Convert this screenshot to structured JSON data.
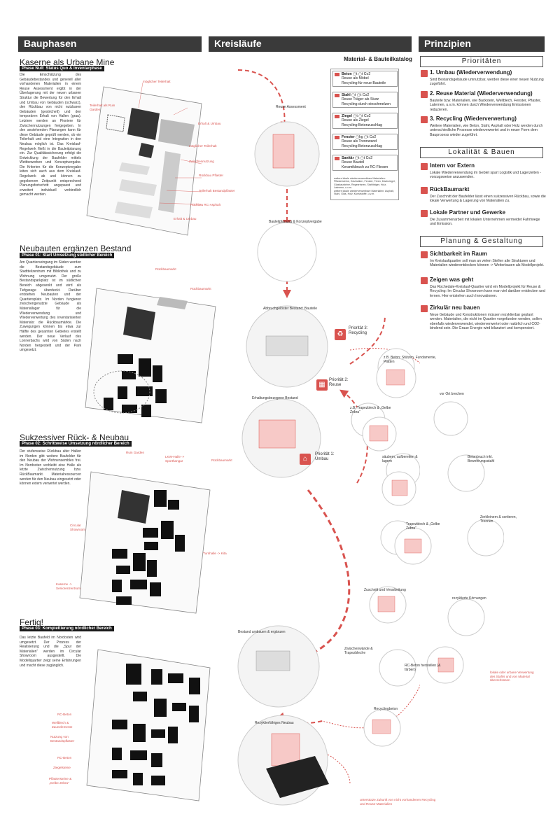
{
  "banners": [
    "Bauphasen",
    "Kreisläufe",
    "Prinzipien"
  ],
  "phases": [
    {
      "title": "Kaserne als Urbane Mine",
      "sub": "Phase Null: Status Quo & Inventarphase",
      "text": "Die Einschätzung des Gebäudebestandes und generell aller vorhandenen Materialien in einem Reuse Assessment ergibt in der Überlagerung mit der neuen urbanen Struktur die Bewertung für den Erhalt und Umbau von Gebäuden (schwarz), den Rückbau von nicht nutzbaren Gebäuden (gestrichelt) und den temporären Erhalt von Hallen (grau). Letztere werden an Pionierе für Zwischennutzungen freigegeben. In den anstehenden Planungen kann für diese Gebäude geprüft werden, ob ein Teilerhalt und eine Integration in den Neubau möglich ist. Das Kreislauf-Regelwerk fließt in die Bauleitplanung ein. Zur Qualitätssicherung erfolgt die Entwicklung der Baufelder mittels Wettbewerben und Konzeptvergabe. Die Kriterien für die Konzeptvergabe leiten sich auch aus dem Kreislauf-Regelwerk ab und können zu gegebenem Zeitpunkt entsprechend Planungsfortschritt angepasst und erweitert individuell verbindlich gemacht werden."
    },
    {
      "title": "Neubauten ergänzen Bestand",
      "sub": "Phase 01: Start Umsetzung südlicher Bereich",
      "text": "Am Quartierseingang im Süden werden die Bestandsgebäude zum Stadtteilzentrum mit Bibliothek und zu Wohnung umgenutzt. Der große Bestandsparkplatz ist im südlichen Bereich abgesenkt und wird als Tiefgarage überdeckt. Darüber entstehen Neubauten und der Quartiersplatz. Im Norden fungieren zwischengenutzte Gebäude als Materiallager für die Wiederverwendung und Wiederverwertung des inventarisierten Materials: die Rückbaumärkte. Die Zuwegungen können bis etwa zur Hälfte des gesamten Gebietes erstellt werden. Der neue Verlauf des Lonnerbachs wird von Süden nach Norden hergestellt und der Park umgesetzt."
    },
    {
      "title": "Sukzessiver Rück- & Neubau",
      "sub": "Phase 02: Schrittweise Umsetzung nördlicher Bereich",
      "text": "Der stufenweise Rückbau alter Hallen im Norden gibt weitere Baufelder für den Neubau der Wohnensembles frei. Im Nordosten verbleibt eine Halle als letzte Zwischennutzung bzw. RückBaumarkt. Materialressourcen werden für den Neubau eingesetzt oder können extern verwertet werden."
    },
    {
      "title": "Fertig!",
      "sub": "Phase 03: Komplettierung nördlicher Bereich",
      "text": "Das letzte Baufeld im Nordosten wird umgesetzt. Der Prozess der Realisierung und die „Spur der Materialien“ werden im Circular Showroom ausgestellt. Die Modellquartier zeigt seine Erfahrungen und macht diese zugänglich."
    }
  ],
  "plan_labels": {
    "p0": [
      "möglicher Teilerhalt",
      "Teilerhalt als Ruin Garden",
      "Erhalt & Umbau",
      "möglicher Teilerhalt",
      "Zwischennutzung",
      "Rückbau Pflaster",
      "Teilerhalt Bestandpflaster",
      "Rückbau RC-Asphalt",
      "Erhalt & Umbau"
    ],
    "p1": [
      "Rückbaumarkt",
      "Rückbaumarkt"
    ],
    "p2": [
      "Ruin Garden",
      "LKW-Halle -> Sporthangar",
      "Rückbaumarkt",
      "Circular Showroom",
      "Turnhalle -> Kita",
      "Kaserne -> Seniorenzentrum"
    ],
    "p3": [
      "RC-Beton",
      "Wellblech & Zaunelemente",
      "Nutzung von Bestandspflaster",
      "RC-Beton",
      "Ziegelsteine",
      "Pflastersteine & „Gelbe Zebra“"
    ]
  },
  "material": {
    "title": "Material- & Bauteilkatalog",
    "items": [
      {
        "name": "Beton",
        "unit": "t",
        "co2": "t Co2",
        "lines": [
          "Reuse als Möbel",
          "Recycling für neue Bauteile"
        ]
      },
      {
        "name": "Stahl",
        "unit": "t",
        "co2": "t Co2",
        "lines": [
          "Reuse Träger als Sturz",
          "Recycling durch einschmelzen"
        ]
      },
      {
        "name": "Ziegel",
        "unit": "t",
        "co2": "t Co2",
        "lines": [
          "Reuse als Ziegel",
          "Recycling Betonzuschlag"
        ]
      },
      {
        "name": "Fenster",
        "unit": "kg",
        "co2": "t Co2",
        "lines": [
          "Reuse als Trennwand",
          "Recycling Betonzuschlag"
        ]
      },
      {
        "name": "Sanitär",
        "unit": "t",
        "co2": "t Co2",
        "lines": [
          "Reuse Bauteil",
          "Keramikbruch zu RC-Fliesen"
        ]
      }
    ],
    "note1": "weitere lokale wiederverwendbare Materialien: Pflastersteine, Holzbalken, Fenster, Türen, Dachziegel, Glasbausteine, Regenrinnen, Stahlträger, Holz, Laternen, u.v.m.",
    "note2": "weitere lokale wiederverwertbare Materialien: Asphalt, Stahl, Glas, Holz, Kunststoffe, u.v.m."
  },
  "circle_labels": [
    "Reuse Assessment",
    "Bauleitplanung & Konzeptvergabe",
    "Abbruchgelöster Bestand: Bauteile",
    "Erhaltungsbezogene Bestand",
    "Bestand umbauen & ergänzen",
    "Rezyklierfähiges Neubau"
  ],
  "priorities": [
    {
      "label": "Priorität 3:\nRecycling"
    },
    {
      "label": "Priorität 2:\nReuse"
    },
    {
      "label": "Priorität 1:\nUmbau"
    }
  ],
  "small_circles": [
    "z.B. Beton: Stützen, Fundamente, Platten",
    "vor Ort brechen",
    "z.B. Trapezblech & „Gelbe Zebra“",
    "Betonbruch inkl. Bewehrungsstahl",
    "säubern, aufbereiten & lagern",
    "Zerkleinern & sortieren, Trennen",
    "Trapezblech & „Gelbe Zebra“",
    "rezyklierte Körnungen",
    "Zuschnitt und Verarbeitung",
    "Zwischenwände & Trapezbleche",
    "RC-Beton herstellen (& färben)",
    "Recyclingbeton"
  ],
  "red_notes": [
    "lokale oder urbane Verwertung des Stahls und von Material überschüssen",
    "unterstütze Zukunft von nicht vorhandenen Recycling und Reuse-Materialien"
  ],
  "sections": [
    {
      "title": "Prioritäten",
      "items": [
        {
          "head": "1. Umbau (Wiederverwendung)",
          "text": "Sind Bestandsgebäude umnutzbar, werden diese einer neuen Nutzung zugeführt."
        },
        {
          "head": "2. Reuse Material (Wiederverwendung)",
          "text": "Bauteile bzw. Materialien, wie Backstein, Wellblech, Fenster, Pflaster, Laternen, u.v.m. können durch Wiederverwendung Emissionen reduzieren."
        },
        {
          "head": "3. Recycling (Wiederverwertung)",
          "text": "Weitere Materialien, wie Beton, Stahl, Asphalt oder Holz werden durch unterschiedliche Prozesse wiederverwertet und in neuer Form dem Bauprozess wieder zugeführt."
        }
      ]
    },
    {
      "title": "Lokalität & Bauen",
      "items": [
        {
          "head": "Intern vor Extern",
          "text": "Lokale Wiederverwendung im Gebiet spart Logistik und Lagerzeiten - vorzugsweise anzuwenden."
        },
        {
          "head": "RückBaumarkt",
          "text": "Der Zuschnitt der Baufelder lässt einen sukzessiven Rückbau, sowie die lokale Verwertung & Lagerung von Materialien zu."
        },
        {
          "head": "Lokale Partner und Gewerke",
          "text": "Die Zusammenarbeit mit lokalen Unternehmen vermeidet Fahrtwege und Emission."
        }
      ]
    },
    {
      "title": "Planung & Gestaltung",
      "items": [
        {
          "head": "Sichtbarkeit im Raum",
          "text": "Im Kreislaufquartier soll man an vielen Stellen alte Strukturen und Materialien wiederentdecken können -> Weiterbauen als Modellprojekt."
        },
        {
          "head": "Zeigen was geht",
          "text": "Das Rochedale-Kreislauf-Quartier wird ein Modellprojekt für Reuse & Recycling: Im Circular Showroom kann man viel darüber entdecken und lernen. Hier entstehen auch Innovationen."
        },
        {
          "head": "Zirkulär neu bauen",
          "text": "Neue Gebäude und Konstruktionen müssen rezyklierbar geplant werden. Materialien, die nicht im Quartier vorgefunden werden, sollen ebenfalls wiederverwendet, wiederverwertet oder natürlich und CO2-bindend sein. Die Graue Energie wird bilanziert und kompensiert."
        }
      ]
    }
  ],
  "colors": {
    "accent": "#d9534f",
    "dark": "#1a1a1a",
    "banner": "#3a3a3a"
  }
}
